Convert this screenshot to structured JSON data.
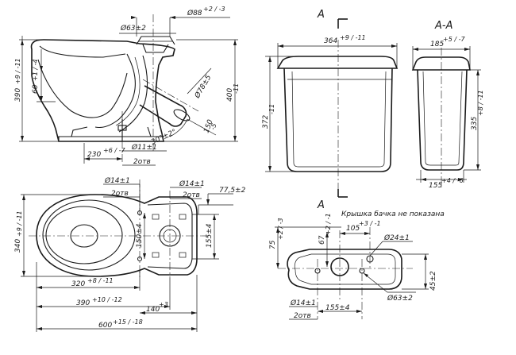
{
  "drawing": {
    "bowl_side": {
      "overall_height": "390",
      "overall_height_tol": "+9 / -11",
      "flush_height": "60",
      "flush_height_tol": "+1 / -4",
      "outlet_height": "400",
      "outlet_height_tol": "-11",
      "inlet_dia": "Ø63±2",
      "rim_dia": "Ø88",
      "rim_dia_tol": "+2 / -3",
      "outlet_dia": "Ø78±5",
      "outlet_offset": "150",
      "outlet_offset_tol": "-5",
      "outlet_angle": "30°±2°",
      "hole_dia": "Ø11±1",
      "hole_note": "2отв",
      "base_length": "230",
      "base_length_tol": "+6 / -7"
    },
    "bowl_plan": {
      "width": "340",
      "width_tol": "+9 / -11",
      "hole_front": "Ø14±1",
      "hole_front_note": "2отв",
      "hole_back": "Ø14±1",
      "hole_back_note": "2отв",
      "holes_spacing": "150±4",
      "back_offset": "77,5±2",
      "back_spacing": "155±4",
      "inner_length": "320",
      "inner_length_tol": "+8 / -11",
      "mid_length": "390",
      "mid_length_tol": "+10 / -12",
      "rear_offset": "140",
      "rear_offset_tol": "+3",
      "overall_length": "600",
      "overall_length_tol": "+15 / -18"
    },
    "tank_front": {
      "section_mark": "А",
      "width": "364",
      "width_tol": "+9 / -11",
      "height": "372",
      "height_tol": "-11"
    },
    "tank_section": {
      "title": "А-А",
      "top_width": "185",
      "top_width_tol": "+5 / -7",
      "height": "335",
      "height_tol": "+8 / -11",
      "bottom_width": "155",
      "bottom_width_tol": "+4 / -6"
    },
    "tank_plan": {
      "note": "Крышка бачка не показана",
      "side_offset": "75",
      "side_offset_tol": "+2 / -3",
      "hole_offset": "67",
      "hole_offset_tol": "+2 / -1",
      "holes_spacing": "105",
      "holes_spacing_tol": "+3 / -1",
      "small_hole_dia": "Ø24±1",
      "mount_hole_dia": "Ø14±1",
      "mount_hole_note": "2отв",
      "mount_spacing": "155±4",
      "big_hole_dia": "Ø63±2",
      "depth": "45±2"
    }
  }
}
